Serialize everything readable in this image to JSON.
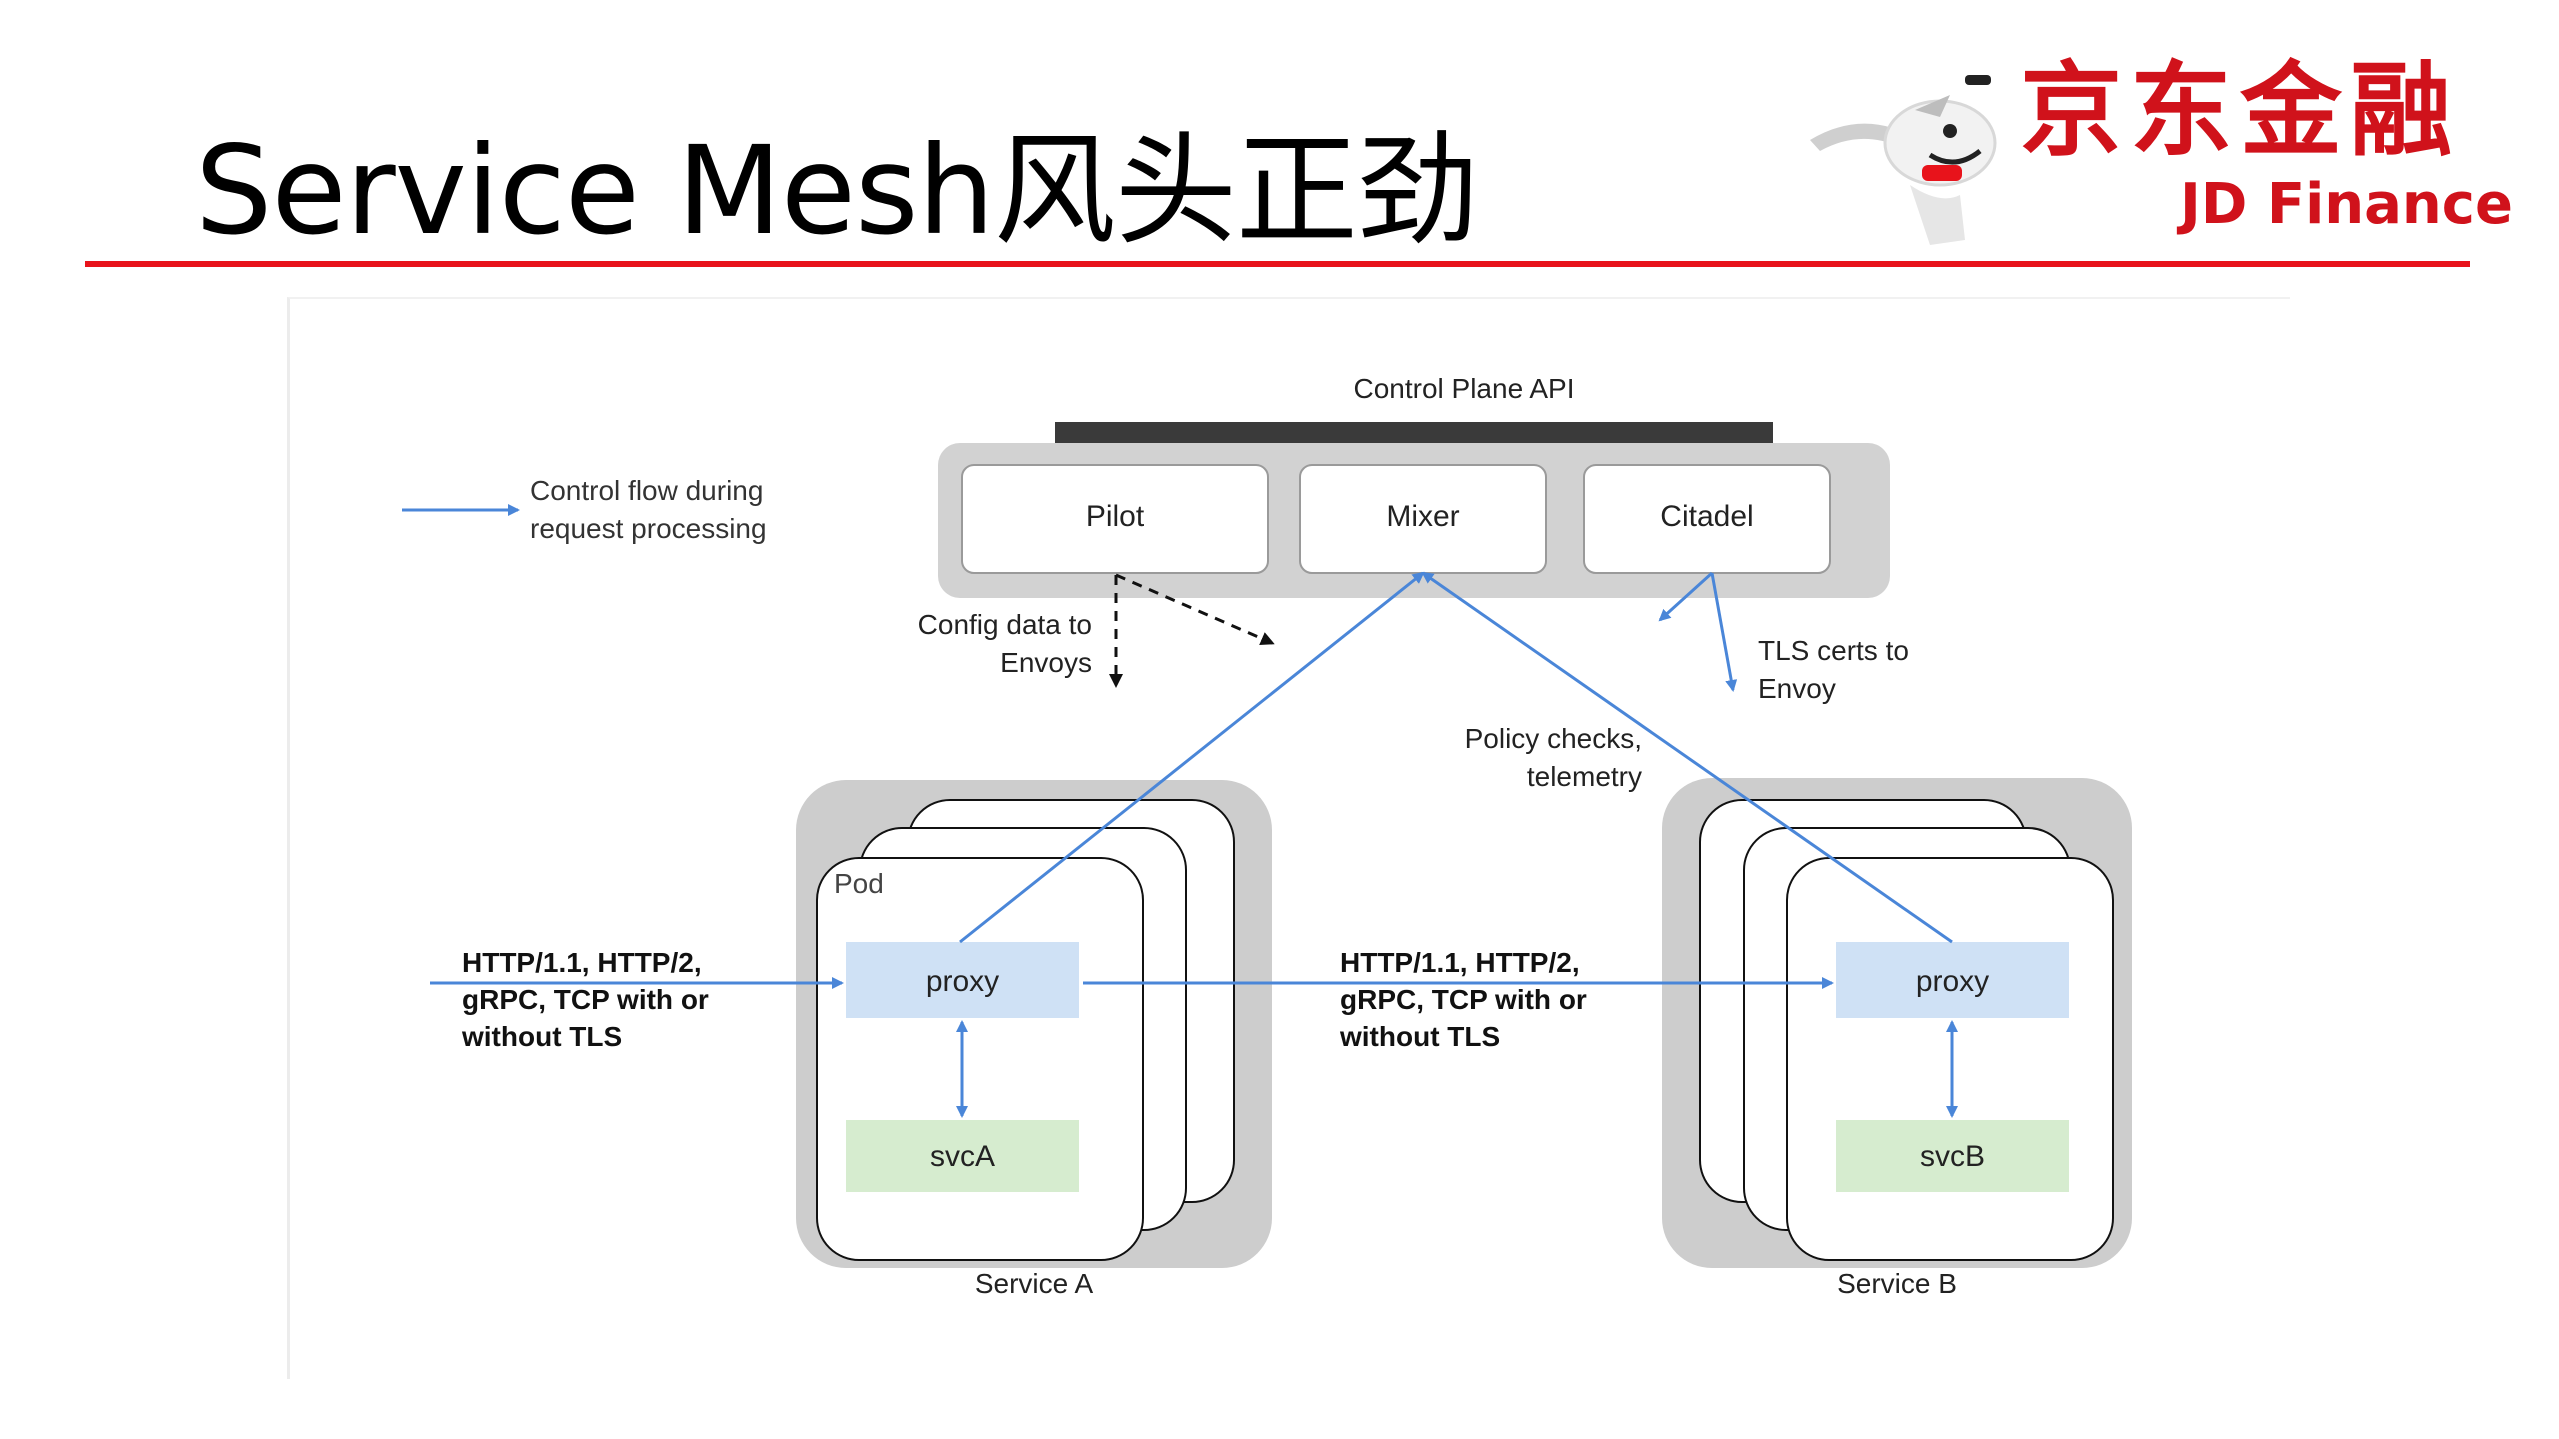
{
  "slide": {
    "title": "Service Mesh风头正劲",
    "logo": {
      "cn": "京东金融",
      "en": "JD Finance"
    }
  },
  "diagram": {
    "control_plane_api": "Control Plane API",
    "components": {
      "pilot": "Pilot",
      "mixer": "Mixer",
      "citadel": "Citadel"
    },
    "legend": "Control flow during\nrequest processing",
    "config_label": "Config data to\nEnvoys",
    "tls_label": "TLS certs to\nEnvoy",
    "policy_label": "Policy checks,\ntelemetry",
    "pod_label": "Pod",
    "proxy_a": "proxy",
    "proxy_b": "proxy",
    "svc_a": "svcA",
    "svc_b": "svcB",
    "service_a": "Service A",
    "service_b": "Service B",
    "ingress_protocols": "HTTP/1.1, HTTP/2,\ngRPC, TCP with or\nwithout TLS",
    "mesh_protocols": "HTTP/1.1, HTTP/2,\ngRPC, TCP with or\nwithout TLS"
  },
  "colors": {
    "accent": "#e8131b",
    "logo_red": "#d0121b",
    "arrow_blue": "#4a86d8",
    "proxy_fill": "#cfe1f5",
    "svc_fill": "#d6eccf",
    "group_gray": "#cfcfcf",
    "api_bar": "#3a3a3a"
  }
}
